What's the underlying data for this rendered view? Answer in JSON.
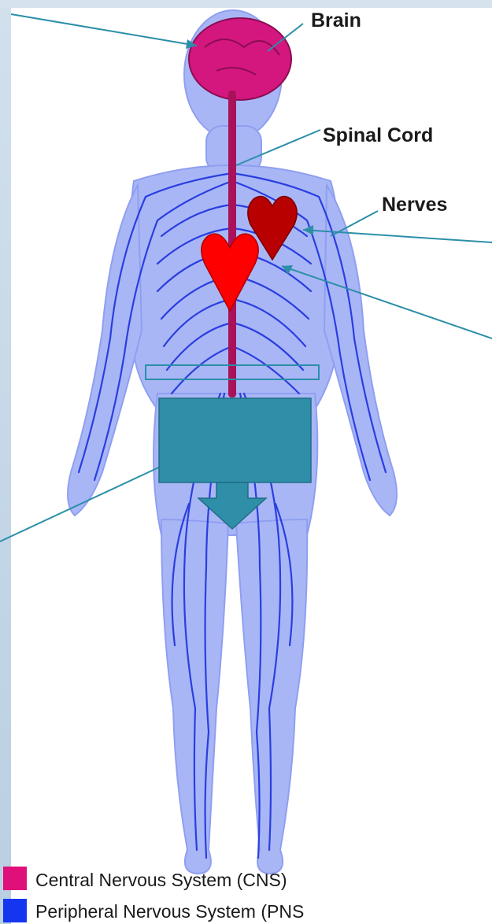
{
  "labels": {
    "brain": "Brain",
    "spinal_cord": "Spinal Cord",
    "nerves": "Nerves"
  },
  "legend": [
    {
      "label": "Central Nervous System (CNS)",
      "color": "#e0107a"
    },
    {
      "label": "Peripheral Nervous System (PNS",
      "color": "#1436f0"
    }
  ],
  "colors": {
    "body_fill": "#a9b6f6",
    "nerve_lines": "#2a3ee0",
    "cns": "#d4177f",
    "callout_lines": "#2b8fa8",
    "box_fill": "#2f8ea8",
    "heart_dark": "#b80000",
    "heart_bright": "#ff0000",
    "left_panel": "#c7d7e6"
  },
  "icons": [
    "heart-icon",
    "heart-icon",
    "arrow-down-icon"
  ]
}
